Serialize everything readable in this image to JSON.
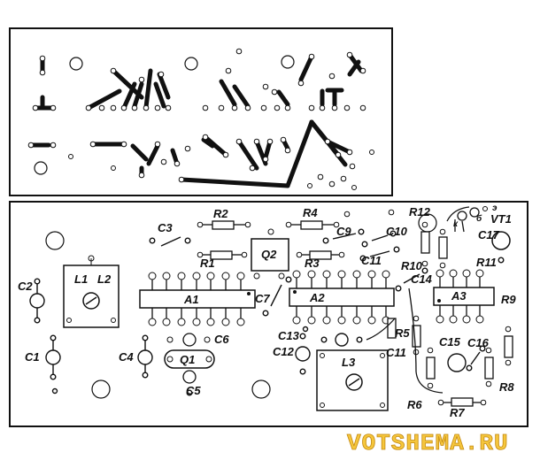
{
  "title": "",
  "board": {
    "ics": [
      {
        "id": "ic-a1",
        "label": "A1"
      },
      {
        "id": "ic-a2",
        "label": "A2"
      },
      {
        "id": "ic-a3",
        "label": "A3"
      }
    ],
    "transistors": [
      {
        "id": "q1",
        "label": "Q1"
      },
      {
        "id": "q2",
        "label": "Q2"
      },
      {
        "id": "vt1",
        "label": "VT1"
      }
    ],
    "coils": [
      {
        "id": "l1",
        "label": "L1"
      },
      {
        "id": "l2",
        "label": "L2"
      },
      {
        "id": "l3",
        "label": "L3"
      }
    ],
    "resistors": [
      "R1",
      "R2",
      "R3",
      "R4",
      "R5",
      "R6",
      "R7",
      "R8",
      "R9",
      "R10",
      "R11",
      "R12"
    ],
    "capacitors": [
      "C1",
      "C2",
      "C3",
      "C4",
      "C5",
      "C6",
      "C7",
      "C9",
      "C10",
      "C11",
      "C11",
      "C12",
      "C13",
      "C14",
      "C15",
      "C16",
      "C17"
    ],
    "vt1_pins": {
      "k": "к",
      "b": "б",
      "e": "э"
    }
  },
  "watermark": "VOTSHEMA.RU"
}
